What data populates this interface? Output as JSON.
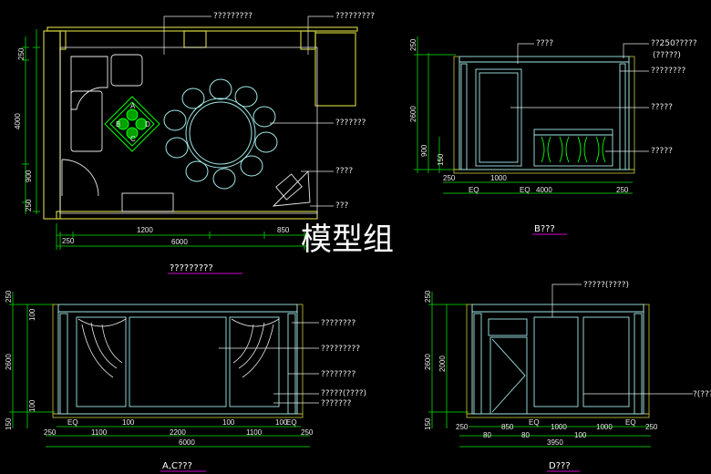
{
  "watermark": "模型组",
  "plan": {
    "title": "?????????",
    "callouts": [
      "?????????",
      "?????????",
      "???????",
      "????",
      "???"
    ],
    "dims_bottom": [
      "250",
      "1200",
      "850",
      "6000"
    ],
    "dims_left": [
      "250",
      "4000",
      "900",
      "250"
    ],
    "table_letters": [
      "A",
      "B",
      "C",
      "D"
    ]
  },
  "elev_b": {
    "title": "B???",
    "callouts": [
      "????",
      "??250?????",
      "(?????)",
      "????????",
      "?????",
      "?????"
    ],
    "dims_left": [
      "250",
      "2600",
      "900",
      "150"
    ],
    "dims_bottom": [
      "250",
      "EQ",
      "1000",
      "EQ",
      "4000",
      "250"
    ]
  },
  "elev_ac": {
    "title": "A,C???",
    "callouts": [
      "????????",
      "?????????",
      "????????",
      "?????(????)",
      "???????"
    ],
    "dims_left": [
      "250",
      "100",
      "2600",
      "100",
      "150"
    ],
    "dims_bottom_top": [
      "EQ",
      "100",
      "100",
      "100",
      "EQ"
    ],
    "dims_bottom": [
      "250",
      "1100",
      "2200",
      "1100",
      "250",
      "6000"
    ]
  },
  "elev_d": {
    "title": "D???",
    "callouts": [
      "?????(????)",
      "?(???)"
    ],
    "dims_left": [
      "250",
      "2600",
      "2000",
      "150"
    ],
    "dims_bottom_top": [
      "EQ",
      "EQ"
    ],
    "dims_bottom": [
      "250",
      "850",
      "1000",
      "1000",
      "250",
      "80",
      "80",
      "3950",
      "100"
    ]
  },
  "colors": {
    "background": "#000000",
    "wall": "#c8c83c",
    "furniture": "#a0e8e8",
    "dim": "#00c000",
    "highlight": "#00ff00",
    "label": "#e8e8e8"
  }
}
